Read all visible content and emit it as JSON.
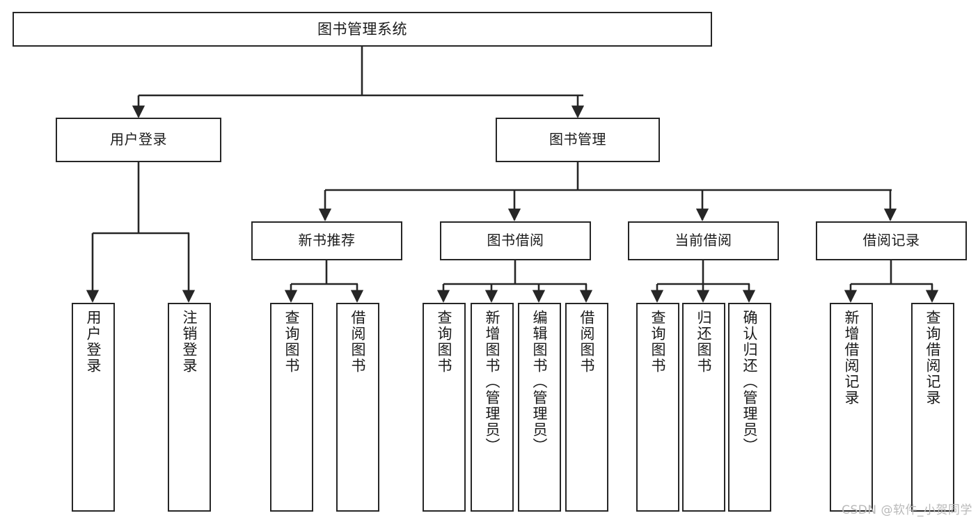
{
  "diagram": {
    "type": "tree-hierarchy-chart",
    "title": "图书管理系统",
    "watermark": "CSDN @软件_小贺同学",
    "colors": {
      "stroke": "#262626",
      "fill": "#ffffff",
      "text": "#1a1a1a",
      "watermark": "#b9b9b9"
    },
    "nodes": {
      "root": {
        "label": "图书管理系统"
      },
      "level1": [
        {
          "label": "用户登录"
        },
        {
          "label": "图书管理"
        }
      ],
      "level2": [
        {
          "label": "新书推荐"
        },
        {
          "label": "图书借阅"
        },
        {
          "label": "当前借阅"
        },
        {
          "label": "借阅记录"
        }
      ],
      "leaves_user_login": [
        {
          "label": "用户登录"
        },
        {
          "label": "注销登录"
        }
      ],
      "leaves_new_book": [
        {
          "label": "查询图书"
        },
        {
          "label": "借阅图书"
        }
      ],
      "leaves_borrow": [
        {
          "label": "查询图书"
        },
        {
          "label": "新增图书（管理员）"
        },
        {
          "label": "编辑图书（管理员）"
        },
        {
          "label": "借阅图书"
        }
      ],
      "leaves_current": [
        {
          "label": "查询图书"
        },
        {
          "label": "归还图书"
        },
        {
          "label": "确认归还（管理员）"
        }
      ],
      "leaves_records": [
        {
          "label": "新增借阅记录"
        },
        {
          "label": "查询借阅记录"
        }
      ]
    }
  }
}
